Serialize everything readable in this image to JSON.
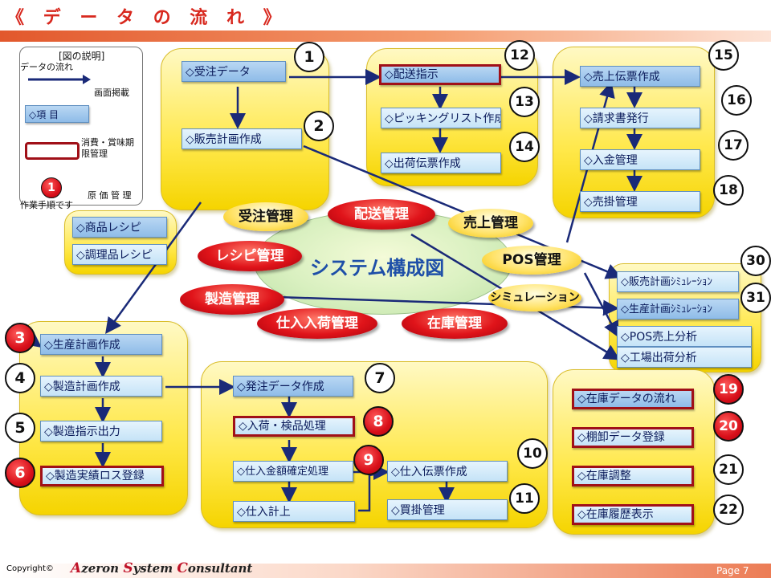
{
  "title": "《 デ ー タ の 流 れ 》",
  "footer": {
    "copyright": "Copyright©",
    "logo_a": "A",
    "logo_1": "zeron ",
    "logo_s": "S",
    "logo_2": "ystem ",
    "logo_c": "C",
    "logo_3": "onsultant",
    "page": "Page 7"
  },
  "legend": {
    "title": "[図の説明]",
    "flow": "データの流れ",
    "screen": "画面掲載",
    "item": "◇項 目",
    "expiry": "消費・賞味期限管理",
    "cost": "原 価 管 理",
    "cost_num": "1",
    "steps": "作業手順です"
  },
  "center": "システム構成図",
  "modules": {
    "order": "受注管理",
    "delivery": "配送管理",
    "sales": "売上管理",
    "recipe": "レシピ管理",
    "pos": "POS管理",
    "mfg": "製造管理",
    "sim": "シミュレーション",
    "purchase": "仕入入荷管理",
    "stock": "在庫管理"
  },
  "boxes": {
    "b1": "◇受注データ",
    "b2": "◇販売計画作成",
    "b12": "◇配送指示",
    "b13": "◇ピッキングリスト作成",
    "b14": "◇出荷伝票作成",
    "b15": "◇売上伝票作成",
    "b16": "◇請求書発行",
    "b17": "◇入金管理",
    "b18": "◇売掛管理",
    "r1": "◇商品レシピ",
    "r2": "◇調理品レシピ",
    "b30": "◇販売計画ｼﾐｭﾚｰｼｮﾝ",
    "b31": "◇生産計画ｼﾐｭﾚｰｼｮﾝ",
    "s3": "◇POS売上分析",
    "s4": "◇工場出荷分析",
    "b3": "◇生産計画作成",
    "b4": "◇製造計画作成",
    "b5": "◇製造指示出力",
    "b6": "◇製造実績ロス登録",
    "b7": "◇発注データ作成",
    "b8": "◇入荷・検品処理",
    "b9": "◇仕入金額確定処理",
    "b9b": "◇仕入計上",
    "b10": "◇仕入伝票作成",
    "b11": "◇買掛管理",
    "b19": "◇在庫データの流れ",
    "b20": "◇棚卸データ登録",
    "b21": "◇在庫調整",
    "b22": "◇在庫履歴表示"
  },
  "nums": {
    "n1": "1",
    "n2": "2",
    "n3": "3",
    "n4": "4",
    "n5": "5",
    "n6": "6",
    "n7": "7",
    "n8": "8",
    "n9": "9",
    "n10": "10",
    "n11": "11",
    "n12": "12",
    "n13": "13",
    "n14": "14",
    "n15": "15",
    "n16": "16",
    "n17": "17",
    "n18": "18",
    "n19": "19",
    "n20": "20",
    "n21": "21",
    "n22": "22",
    "n30": "30",
    "n31": "31"
  }
}
